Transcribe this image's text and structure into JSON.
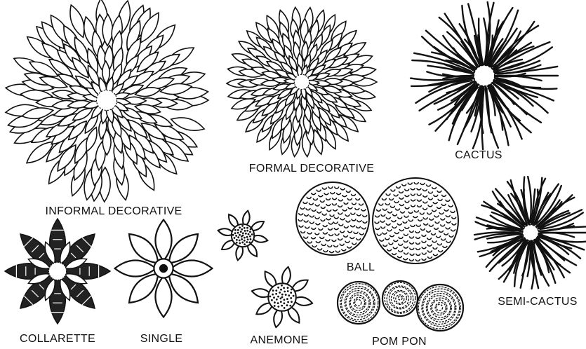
{
  "labels": {
    "informal_decorative": "INFORMAL DECORATIVE",
    "formal_decorative": "FORMAL DECORATIVE",
    "cactus": "CACTUS",
    "ball": "BALL",
    "semi_cactus": "SEMI-CACTUS",
    "collarette": "COLLARETTE",
    "single": "SINGLE",
    "anemome": "ANEMONE",
    "pom_pon": "POM PON"
  },
  "colors": {
    "ink": "#111111",
    "paper": "#ffffff"
  }
}
